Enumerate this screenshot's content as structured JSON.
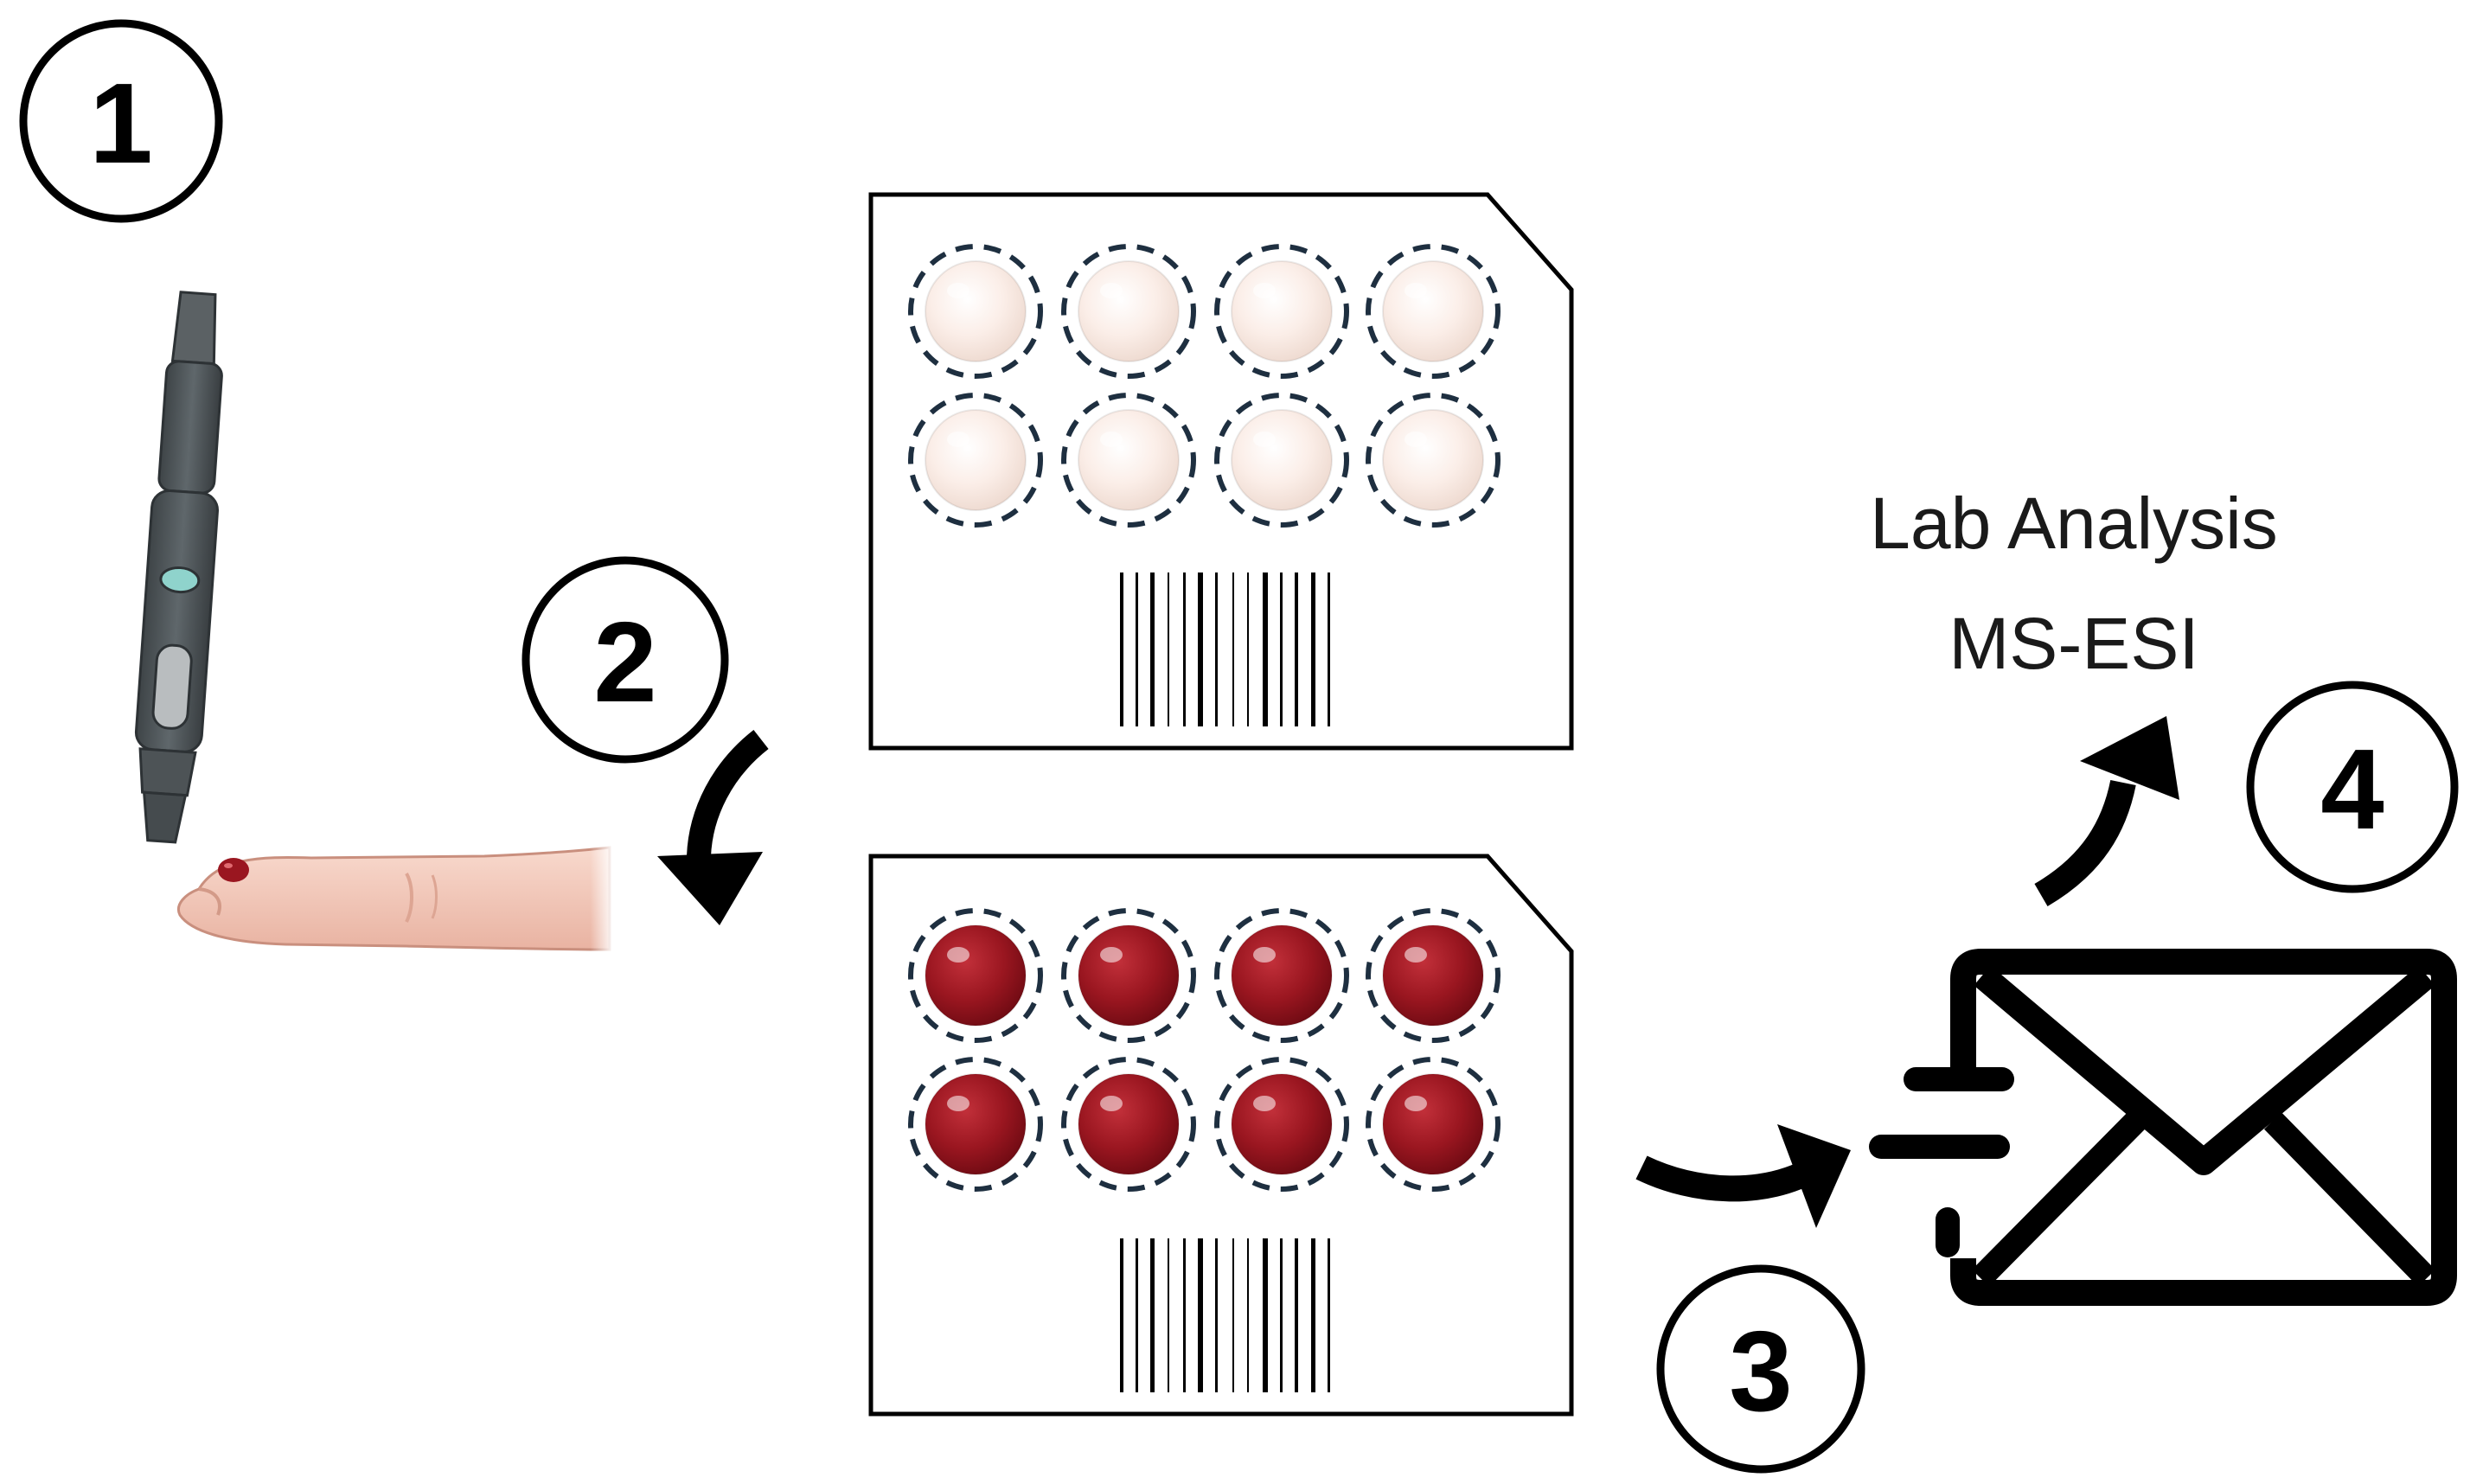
{
  "steps": [
    {
      "number": "1"
    },
    {
      "number": "2"
    },
    {
      "number": "3"
    },
    {
      "number": "4"
    }
  ],
  "lab": {
    "line1": "Lab Analysis",
    "line2": "MS-ESI"
  },
  "colors": {
    "outline": "#000000",
    "blank_spot": "#f8e8e0",
    "blood_spot": "#9a1620",
    "dashed_ring": "#1e2f40",
    "skin": "#f2c7b8",
    "lancet_body": "#4d5356",
    "lancet_window": "#8fd3cc"
  },
  "icons": [
    "lancet-icon",
    "finger-icon",
    "dried-blood-spot-card-icon",
    "envelope-icon",
    "curved-arrow-icon"
  ]
}
